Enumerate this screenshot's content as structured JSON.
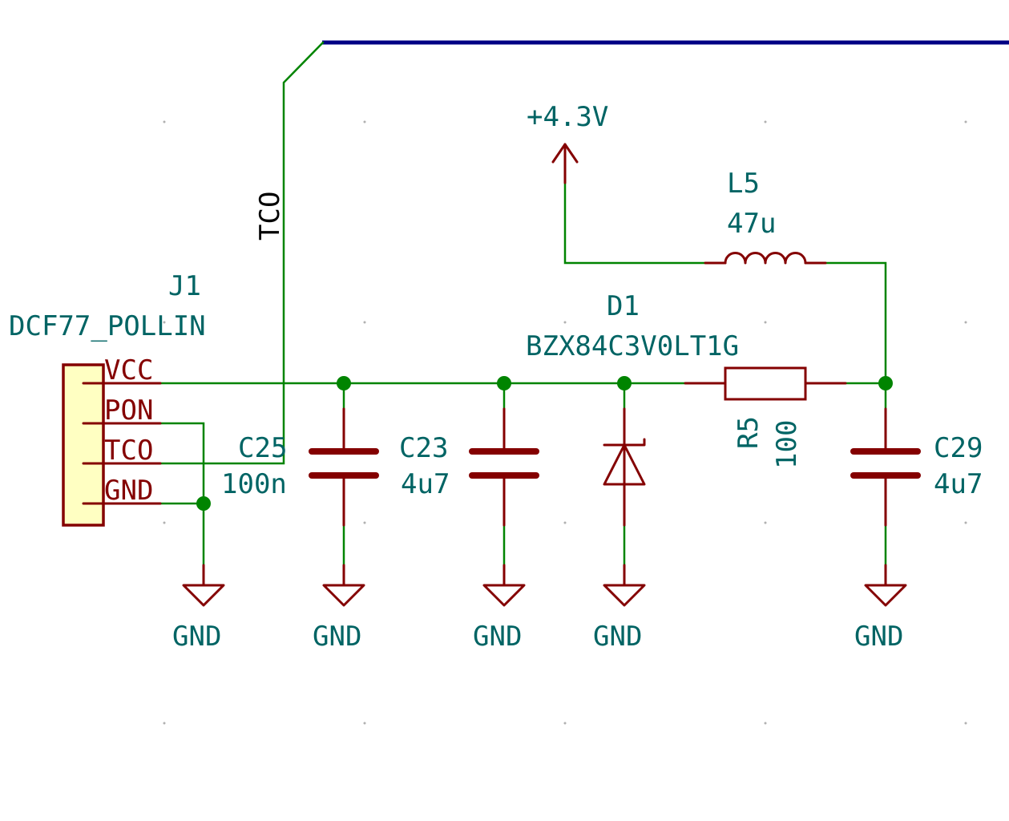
{
  "colors": {
    "wire": "#008400",
    "symbol": "#840000",
    "symbol_body_fill": "#ffffc2",
    "text": "#006464",
    "bus": "#000084",
    "net_label": "#000000"
  },
  "connector": {
    "reference": "J1",
    "value": "DCF77_POLLIN",
    "pins": [
      "VCC",
      "PON",
      "TCO",
      "GND"
    ]
  },
  "net_label": "TCO",
  "power": {
    "label": "+4.3V"
  },
  "gnd_label": "GND",
  "components": {
    "C25": {
      "ref": "C25",
      "value": "100n"
    },
    "C23": {
      "ref": "C23",
      "value": "4u7"
    },
    "D1": {
      "ref": "D1",
      "value": "BZX84C3V0LT1G"
    },
    "R5": {
      "ref": "R5",
      "value": "100"
    },
    "C29": {
      "ref": "C29",
      "value": "4u7"
    },
    "L5": {
      "ref": "L5",
      "value": "47u"
    }
  }
}
